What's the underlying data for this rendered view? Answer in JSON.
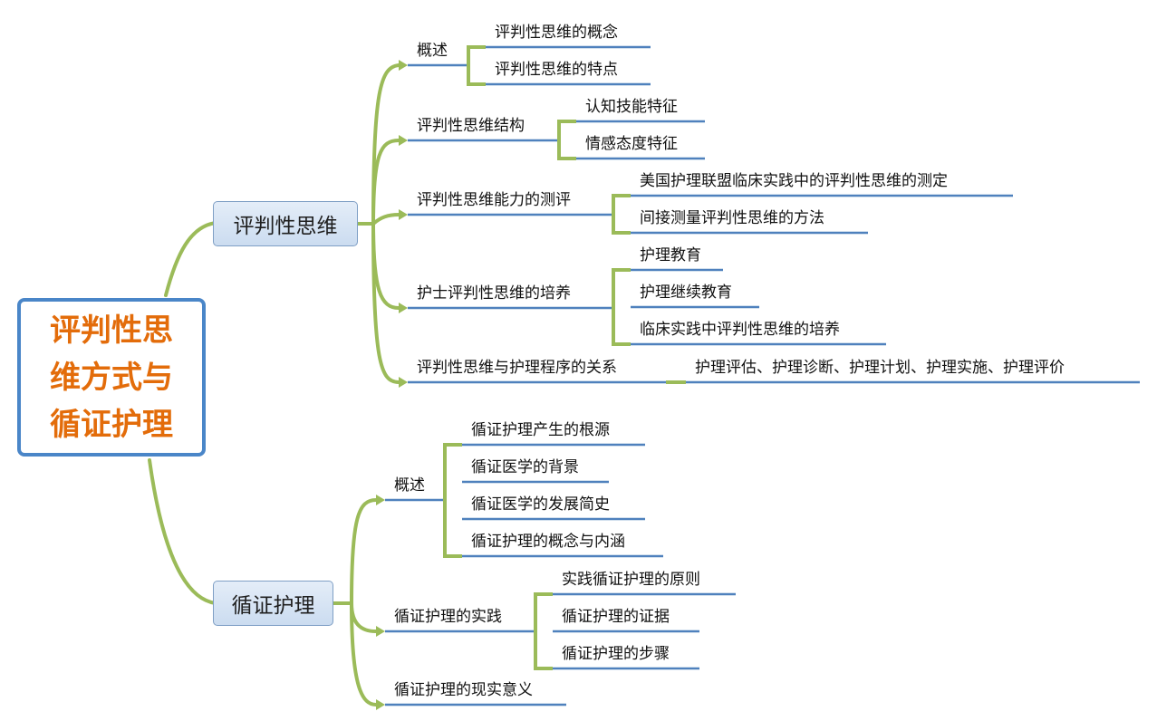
{
  "root": {
    "title": "评判性思维方式与循证护理"
  },
  "branches": [
    {
      "label": "评判性思维",
      "children": [
        {
          "label": "概述",
          "items": [
            "评判性思维的概念",
            "评判性思维的特点"
          ]
        },
        {
          "label": "评判性思维结构",
          "items": [
            "认知技能特征",
            "情感态度特征"
          ]
        },
        {
          "label": "评判性思维能力的测评",
          "items": [
            "美国护理联盟临床实践中的评判性思维的测定",
            "间接测量评判性思维的方法"
          ]
        },
        {
          "label": "护士评判性思维的培养",
          "items": [
            "护理教育",
            "护理继续教育",
            "临床实践中评判性思维的培养"
          ]
        },
        {
          "label": "评判性思维与护理程序的关系",
          "items": [
            "护理评估、护理诊断、护理计划、护理实施、护理评价"
          ]
        }
      ]
    },
    {
      "label": "循证护理",
      "children": [
        {
          "label": "概述",
          "items": [
            "循证护理产生的根源",
            "循证医学的背景",
            "循证医学的发展简史",
            "循证护理的概念与内涵"
          ]
        },
        {
          "label": "循证护理的实践",
          "items": [
            "实践循证护理的原则",
            "循证护理的证据",
            "循证护理的步骤"
          ]
        },
        {
          "label": "循证护理的现实意义",
          "items": []
        }
      ]
    }
  ],
  "colors": {
    "connector": "#9bbb59",
    "underline": "#4f81bd",
    "root_border": "#4a86c8",
    "root_text": "#e36c0a"
  }
}
